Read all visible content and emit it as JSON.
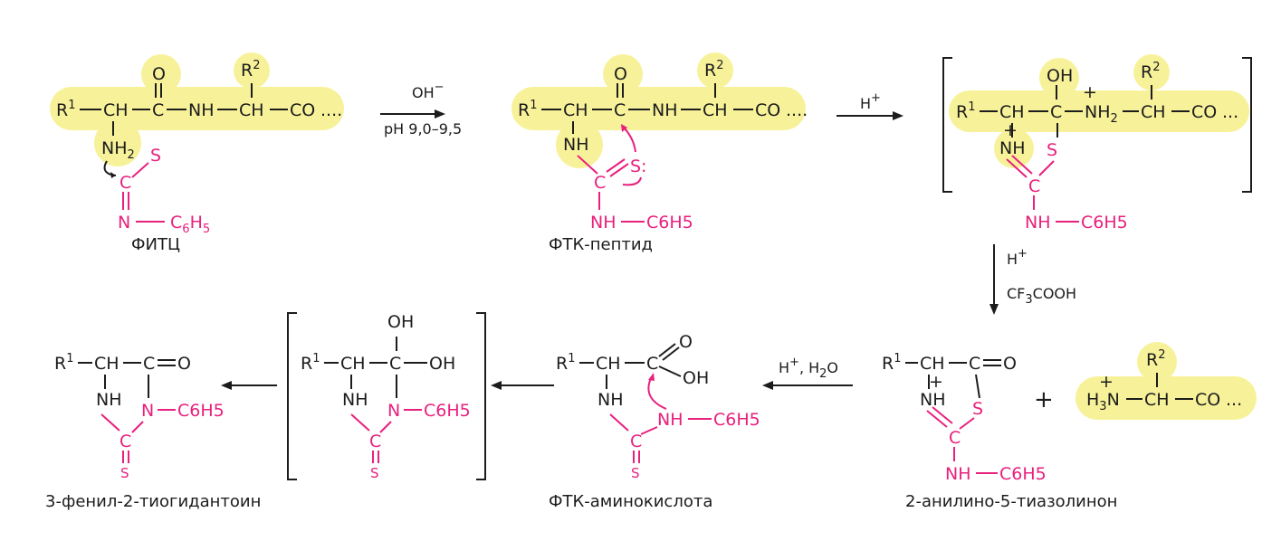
{
  "structures": {
    "fitc_peptide": {
      "r1": "R",
      "r1_sup": "1",
      "ch1": "CH",
      "c": "C",
      "o": "O",
      "nh": "NH",
      "r2": "R",
      "r2_sup": "2",
      "ch2": "CH",
      "co": "CO",
      "nh2": "NH",
      "nh2_sub": "2",
      "s": "S",
      "c_thio": "C",
      "n": "N",
      "c6": "C",
      "c6_sub": "6",
      "h5": "H",
      "h5_sub": "5",
      "label": "ФИТЦ"
    },
    "ftk_peptide": {
      "r1": "R",
      "r1_sup": "1",
      "ch1": "CH",
      "c": "C",
      "o": "O",
      "nh": "NH",
      "r2": "R",
      "r2_sup": "2",
      "ch2": "CH",
      "co": "CO",
      "ring_nh": "NH",
      "s": "S:",
      "c_thio": "C",
      "nh_ph": "NH",
      "c6h5": "C6H5",
      "label": "ФТК-пептид"
    },
    "intermediate": {
      "r1": "R",
      "r1_sup": "1",
      "ch1": "CH",
      "c": "C",
      "oh": "OH",
      "plus": "+",
      "nh2": "NH",
      "nh2_sub": "2",
      "r2": "R",
      "r2_sup": "2",
      "ch2": "CH",
      "co": "CO",
      "ring_nh": "NH",
      "s": "S",
      "c_thio": "C",
      "nh_ph": "NH",
      "c6h5": "C6H5"
    },
    "thiazolinone": {
      "r1": "R",
      "r1_sup": "1",
      "ch": "CH",
      "c": "C",
      "o": "O",
      "nh": "NH",
      "plus": "+",
      "s": "S",
      "c_thio": "C",
      "nh_ph": "NH",
      "c6h5": "C6H5",
      "label": "2-анилино-5-тиазолинон"
    },
    "peptide_rest": {
      "h3n": "H",
      "h3n_sub": "3",
      "n": "N",
      "plus": "+",
      "r2": "R",
      "r2_sup": "2",
      "ch": "CH",
      "co": "CO"
    },
    "ftk_amino": {
      "r1": "R",
      "r1_sup": "1",
      "ch": "CH",
      "c": "C",
      "o": "O",
      "oh": "OH",
      "nh": "NH",
      "nh_ph": "NH",
      "c6h5": "C6H5",
      "c_thio": "C",
      "s": "S",
      "label": "ФТК-аминокислота"
    },
    "hydroxy": {
      "r1": "R",
      "r1_sup": "1",
      "ch": "CH",
      "c": "C",
      "oh1": "OH",
      "oh2": "OH",
      "nh": "NH",
      "n": "N",
      "c6h5": "C6H5",
      "c_thio": "C",
      "s": "S"
    },
    "ptc_hydantoin": {
      "r1": "R",
      "r1_sup": "1",
      "ch": "CH",
      "c": "C",
      "o": "O",
      "nh": "NH",
      "n": "N",
      "c6h5": "C6H5",
      "c_thio": "C",
      "s": "S",
      "label": "3-фенил-2-тиогидантоин"
    }
  },
  "arrows": {
    "a1": {
      "top": "OH",
      "top_sup": "−",
      "bottom": "pH 9,0–9,5"
    },
    "a2": {
      "top": "H",
      "top_sup": "+"
    },
    "a3": {
      "top": "H",
      "top_sup": "+",
      "bottom": "CF",
      "bottom_sub": "3",
      "bottom_rest": "COOH"
    },
    "a4": {
      "top": "H",
      "top_sup": "+",
      "top_rest": ", H",
      "top_sub": "2",
      "top_end": "O"
    },
    "a5": {},
    "a6": {}
  },
  "plus_sign": "+",
  "colors": {
    "highlight": "#f7f29a",
    "reagent": "#e8207e",
    "ink": "#1c1c1c"
  }
}
